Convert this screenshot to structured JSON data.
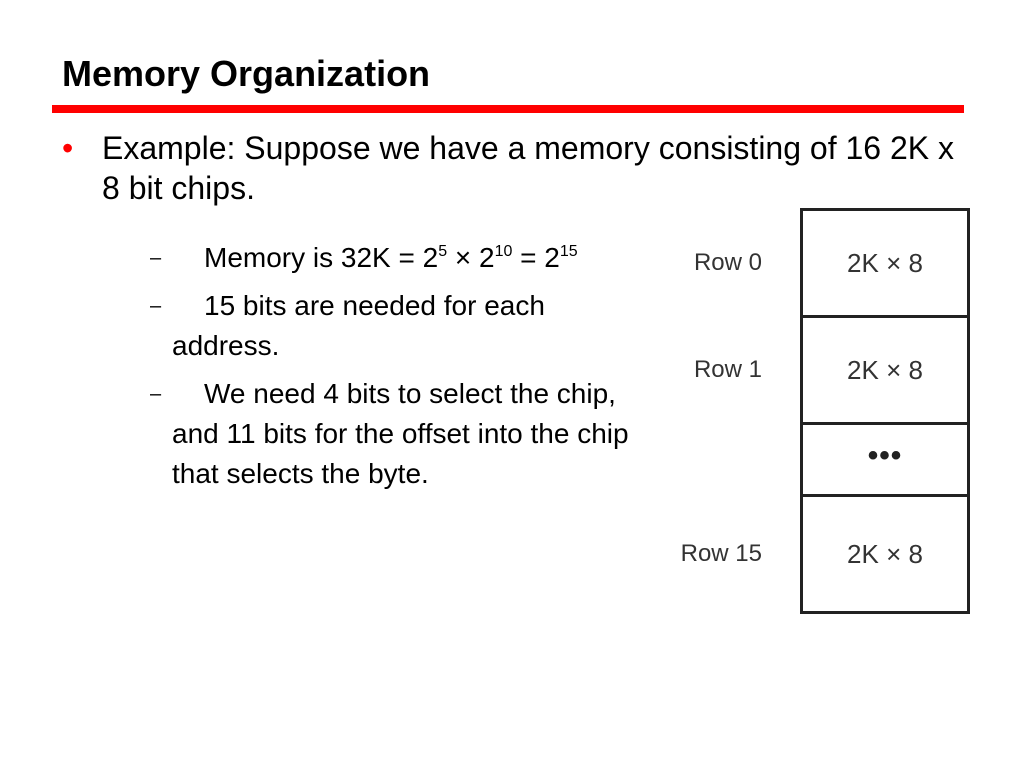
{
  "slide": {
    "title": "Memory Organization"
  },
  "bullet": {
    "mark": "•",
    "text": "Example: Suppose we have a memory consisting of 16 2K x 8 bit chips."
  },
  "sub_items": [
    {
      "dash": "–",
      "pre": "Memory is 32K = 2",
      "exp1": "5",
      "mid": " × 2",
      "exp2": "10",
      "post": " = 2",
      "exp3": "15"
    },
    {
      "dash": "–",
      "text": "15 bits are needed for each address."
    },
    {
      "dash": "–",
      "text": "We need 4 bits to select the chip, and 11 bits for the offset into the chip that selects the byte."
    }
  ],
  "diagram": {
    "rows": [
      {
        "label": "Row 0",
        "chip": "2K × 8"
      },
      {
        "label": "Row 1",
        "chip": "2K × 8"
      },
      {
        "label": "",
        "chip": "•••"
      },
      {
        "label": "Row 15",
        "chip": "2K × 8"
      }
    ]
  },
  "colors": {
    "accent": "#ff0000",
    "text": "#000000",
    "diagram_text": "#333333",
    "diagram_border": "#222222"
  }
}
